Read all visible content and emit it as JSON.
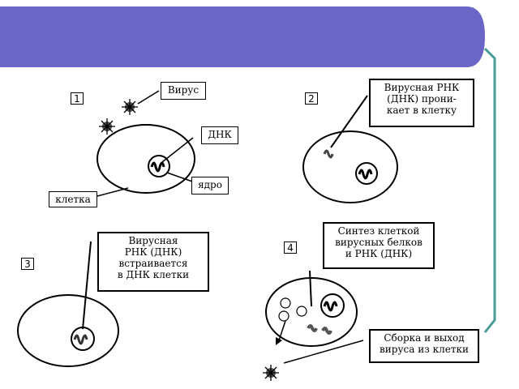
{
  "colors": {
    "banner": "#6a66c8",
    "accent_line": "#4a9a96"
  },
  "panels": [
    {
      "number": "1",
      "labels": {
        "virus": "Вирус",
        "dna": "ДНК",
        "nucleus": "ядро",
        "cell": "клетка"
      }
    },
    {
      "number": "2",
      "caption": "Вирусная РНК\n(ДНК) прони-\nкает в клетку"
    },
    {
      "number": "3",
      "caption": "Вирусная\nРНК (ДНК)\nвстраивается\nв ДНК клетки"
    },
    {
      "number": "4",
      "caption": "Синтез клеткой\nвирусных белков\nи РНК (ДНК)",
      "caption2": "Сборка и выход\nвируса из клетки"
    }
  ]
}
